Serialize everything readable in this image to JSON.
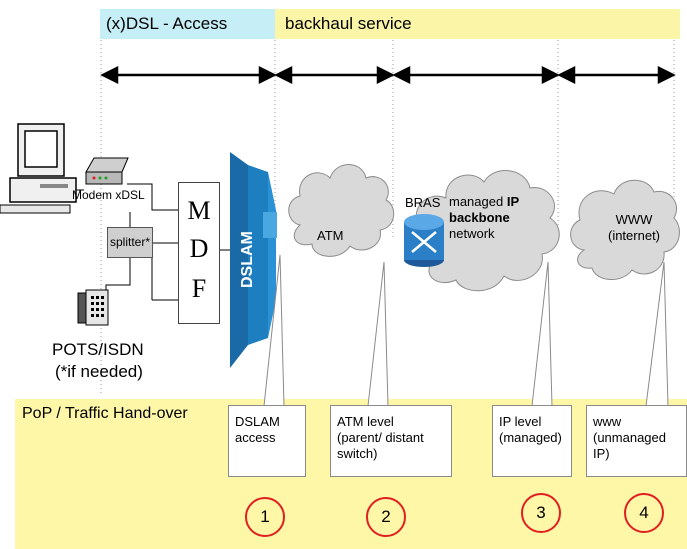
{
  "header": {
    "access_label": "(x)DSL - Access",
    "backhaul_label": "backhaul service"
  },
  "equipment": {
    "modem_label": "Modem xDSL",
    "splitter_label": "splitter*",
    "pots_label": "POTS/ISDN",
    "pots_note": "(*if needed)",
    "mdf_letters": [
      "M",
      "D",
      "F"
    ],
    "dslam_label": "DSLAM",
    "bras_label": "BRAS"
  },
  "clouds": {
    "atm": "ATM",
    "ip_prefix": "managed",
    "ip_bold_1": "IP",
    "ip_bold_2": "backbone",
    "ip_suffix": "network",
    "www_line1": "WWW",
    "www_line2": "(internet)"
  },
  "handover": {
    "title": "PoP / Traffic Hand-over",
    "points": [
      {
        "number": "1",
        "lines": [
          "DSLAM",
          "access"
        ]
      },
      {
        "number": "2",
        "lines": [
          "ATM level",
          "(parent/ distant",
          "switch)"
        ]
      },
      {
        "number": "3",
        "lines": [
          "IP level",
          "(managed)"
        ]
      },
      {
        "number": "4",
        "lines": [
          "www",
          "(unmanaged",
          "IP)"
        ]
      }
    ]
  },
  "colors": {
    "access_band": "#c6eef7",
    "backhaul_band": "#fbf5a8",
    "handover_band": "#fff7a8",
    "circle_stroke": "#e02020",
    "dslam_blue": "#1e7fc0",
    "cloud_fill": "#d9d9d9"
  }
}
